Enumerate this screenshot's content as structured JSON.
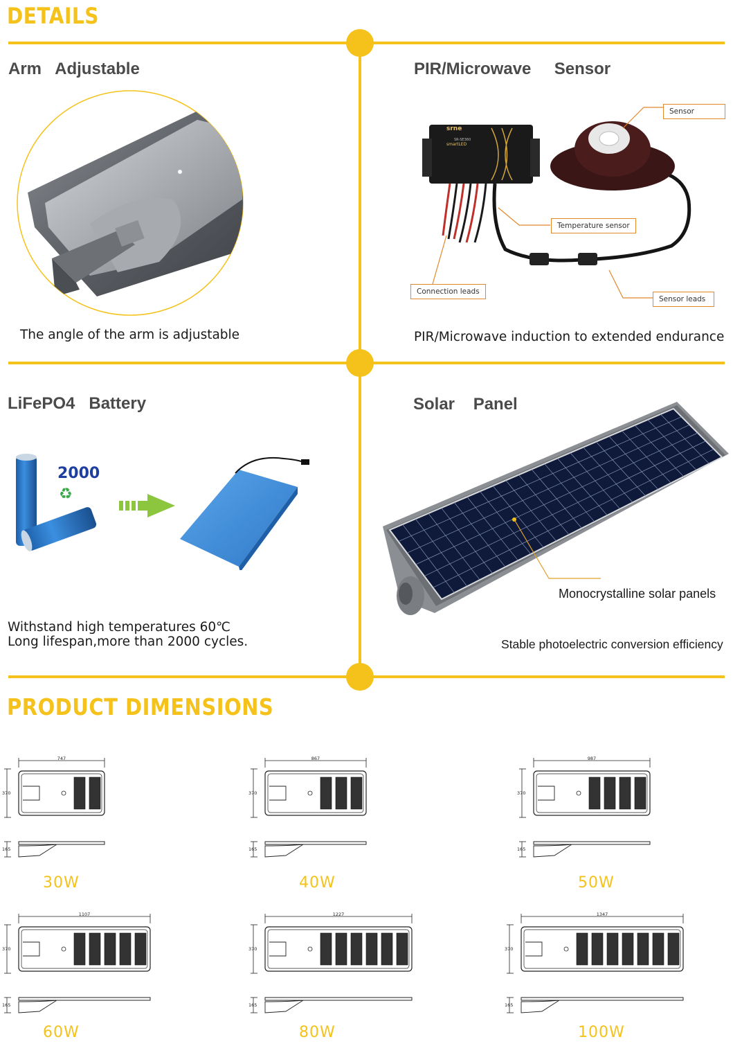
{
  "details": {
    "heading": "DETAILS",
    "arm": {
      "title": "Arm   Adjustable",
      "caption": "The angle of the arm is adjustable"
    },
    "sensor": {
      "title": "PIR/Microwave     Sensor",
      "caption": "PIR/Microwave induction to extended endurance",
      "labels": {
        "sensor": "Sensor",
        "temperature": "Temperature sensor",
        "connection": "Connection leads",
        "sensor_leads": "Sensor leads"
      },
      "controller": {
        "brand": "srne",
        "smart": "smartLED",
        "model": "SR-SE360"
      }
    },
    "battery": {
      "title": "LiFePO4   Battery",
      "cycles_badge": "2000",
      "caption_line1": "Withstand high temperatures 60℃",
      "caption_line2": "Long lifespan,more than 2000 cycles."
    },
    "solar": {
      "title": "Solar    Panel",
      "callout": "Monocrystalline solar panels",
      "caption": "Stable photoelectric conversion efficiency"
    }
  },
  "dimensions": {
    "heading": "PRODUCT DIMENSIONS",
    "height_top": "370",
    "height_side": "165",
    "models": [
      {
        "watt": "30W",
        "length": "747",
        "panels": 2
      },
      {
        "watt": "40W",
        "length": "867",
        "panels": 3
      },
      {
        "watt": "50W",
        "length": "987",
        "panels": 4
      },
      {
        "watt": "60W",
        "length": "1107",
        "panels": 5
      },
      {
        "watt": "80W",
        "length": "1227",
        "panels": 6
      },
      {
        "watt": "100W",
        "length": "1347",
        "panels": 7
      }
    ]
  },
  "colors": {
    "accent": "#f5c21b",
    "label_border": "#e0882a",
    "title_gray": "#4a4a4a",
    "battery_blue": "#2b7fd4"
  }
}
